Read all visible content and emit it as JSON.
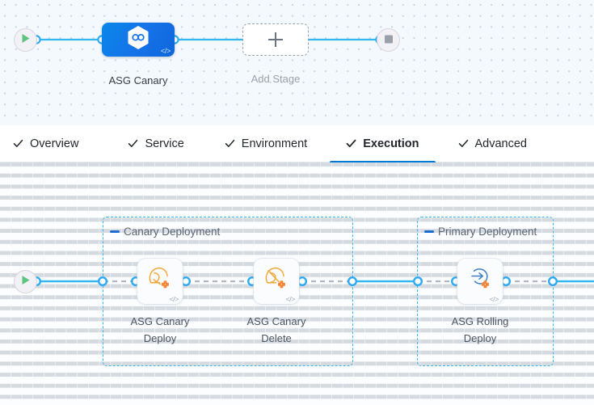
{
  "stage_canvas": {
    "start_node": {
      "name": "pipeline-start",
      "icon": "play-icon"
    },
    "end_node": {
      "name": "pipeline-end",
      "icon": "stop-icon"
    },
    "stages": [
      {
        "label": "ASG Canary",
        "icon": "harness-cd-hexagon-icon",
        "code_tag": "</>",
        "selected": true
      }
    ],
    "add_stage": {
      "label": "Add Stage",
      "icon": "plus-icon"
    }
  },
  "tabs": [
    {
      "label": "Overview",
      "icon": "check-icon",
      "active": false
    },
    {
      "label": "Service",
      "icon": "check-icon",
      "active": false
    },
    {
      "label": "Environment",
      "icon": "check-icon",
      "active": false
    },
    {
      "label": "Execution",
      "icon": "check-icon",
      "active": true
    },
    {
      "label": "Advanced",
      "icon": "check-icon",
      "active": false
    }
  ],
  "execution_canvas": {
    "start_node": {
      "name": "execution-start",
      "icon": "play-icon"
    },
    "groups": [
      {
        "label": "Canary Deployment",
        "collapse_icon": "collapse-dash-icon",
        "steps": [
          {
            "label_line1": "ASG Canary",
            "label_line2": "Deploy",
            "icon": "asg-canary-deploy-icon",
            "code_tag": "</>"
          },
          {
            "label_line1": "ASG Canary",
            "label_line2": "Delete",
            "icon": "asg-canary-delete-icon",
            "code_tag": "</>"
          }
        ]
      },
      {
        "label": "Primary Deployment",
        "collapse_icon": "collapse-dash-icon",
        "steps": [
          {
            "label_line1": "ASG Rolling",
            "label_line2": "Deploy",
            "icon": "asg-rolling-deploy-icon",
            "code_tag": "</>"
          }
        ]
      }
    ]
  },
  "colors": {
    "accent_blue": "#0278d5",
    "link_blue": "#33b7f0",
    "stage_gradient_from": "#0a87e8",
    "stage_gradient_to": "#0f66db",
    "canvas_top_bg": "#f4f9fd",
    "canvas_bottom_bg": "#fcfdfe",
    "text_primary": "#22272d",
    "text_muted": "#98a2ae",
    "aws_orange": "#f58536",
    "aws_yellow": "#f2a93b"
  }
}
